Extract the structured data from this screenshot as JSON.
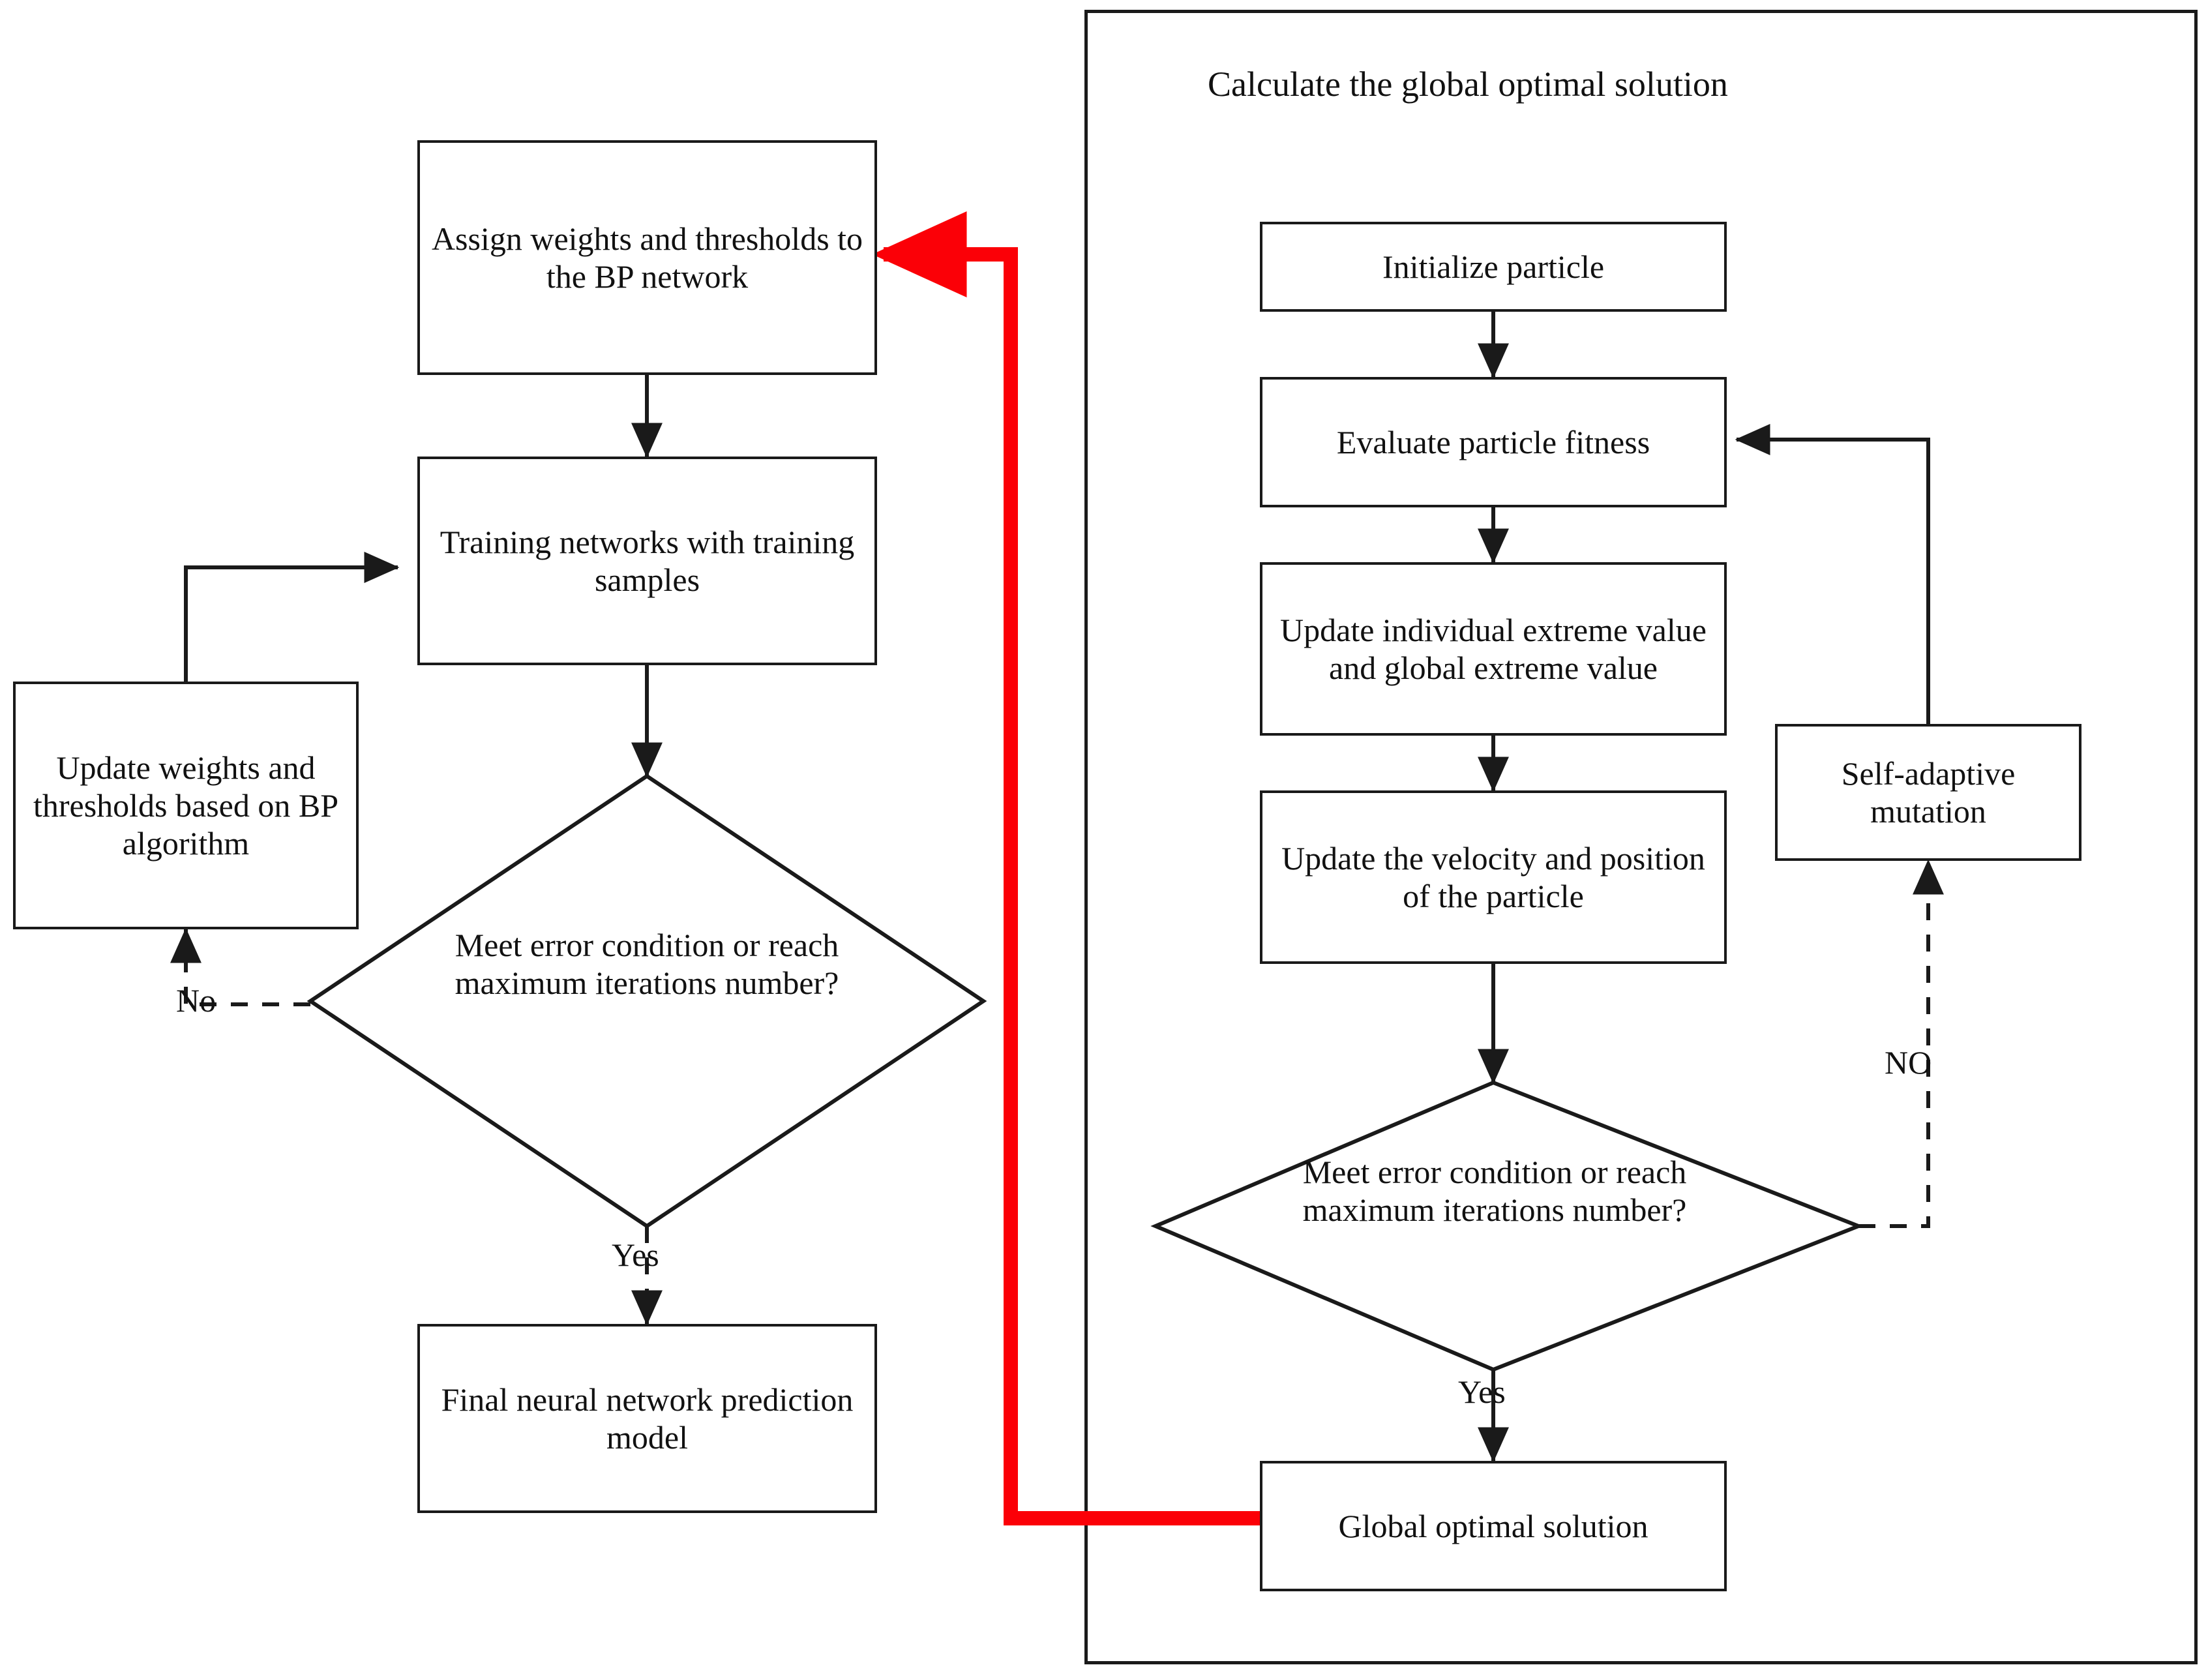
{
  "diagram": {
    "title_text": "Calculate the global optimal solution",
    "colors": {
      "stroke": "#1a1a1a",
      "highlight": "#fb0007",
      "background": "#ffffff",
      "text": "#111111"
    },
    "left_flow": {
      "assign_weights": "Assign weights and thresholds to the BP network",
      "training_networks": "Training networks with training samples",
      "update_weights": "Update weights and thresholds based on BP algorithm",
      "decision": "Meet error condition or reach maximum iterations number?",
      "final_model": "Final neural network prediction model",
      "label_no": "No",
      "label_yes": "Yes"
    },
    "right_flow": {
      "initialize_particle": "Initialize particle",
      "evaluate_fitness": "Evaluate particle fitness",
      "update_extremes": "Update individual extreme value and global extreme value",
      "update_velocity": "Update the velocity and position of the particle",
      "self_adaptive_mutation": "Self-adaptive mutation",
      "decision": "Meet error condition or reach maximum iterations number?",
      "global_optimal": "Global optimal solution",
      "label_no": "NO",
      "label_yes": "Yes"
    }
  },
  "chart_data": {
    "type": "diagram",
    "title": "Calculate the global optimal solution",
    "nodes": [
      {
        "id": "assign_weights",
        "shape": "rect",
        "label": "Assign weights and thresholds to the BP network",
        "group": "left"
      },
      {
        "id": "training_networks",
        "shape": "rect",
        "label": "Training networks with training samples",
        "group": "left"
      },
      {
        "id": "update_weights",
        "shape": "rect",
        "label": "Update weights and thresholds based on BP algorithm",
        "group": "left"
      },
      {
        "id": "left_decision",
        "shape": "diamond",
        "label": "Meet error condition or reach maximum iterations number?",
        "group": "left"
      },
      {
        "id": "final_model",
        "shape": "rect",
        "label": "Final neural network prediction model",
        "group": "left"
      },
      {
        "id": "initialize_particle",
        "shape": "rect",
        "label": "Initialize particle",
        "group": "right"
      },
      {
        "id": "evaluate_fitness",
        "shape": "rect",
        "label": "Evaluate particle fitness",
        "group": "right"
      },
      {
        "id": "update_extremes",
        "shape": "rect",
        "label": "Update individual extreme value and global extreme value",
        "group": "right"
      },
      {
        "id": "update_velocity",
        "shape": "rect",
        "label": "Update the velocity and position of the particle",
        "group": "right"
      },
      {
        "id": "self_adaptive_mutation",
        "shape": "rect",
        "label": "Self-adaptive mutation",
        "group": "right"
      },
      {
        "id": "right_decision",
        "shape": "diamond",
        "label": "Meet error condition or reach maximum iterations number?",
        "group": "right"
      },
      {
        "id": "global_optimal",
        "shape": "rect",
        "label": "Global optimal solution",
        "group": "right"
      }
    ],
    "edges": [
      {
        "from": "assign_weights",
        "to": "training_networks",
        "style": "solid",
        "label": ""
      },
      {
        "from": "training_networks",
        "to": "left_decision",
        "style": "solid",
        "label": ""
      },
      {
        "from": "left_decision",
        "to": "update_weights",
        "style": "dashed",
        "label": "No"
      },
      {
        "from": "update_weights",
        "to": "training_networks",
        "style": "solid",
        "label": ""
      },
      {
        "from": "left_decision",
        "to": "final_model",
        "style": "dashed",
        "label": "Yes"
      },
      {
        "from": "initialize_particle",
        "to": "evaluate_fitness",
        "style": "solid",
        "label": ""
      },
      {
        "from": "evaluate_fitness",
        "to": "update_extremes",
        "style": "solid",
        "label": ""
      },
      {
        "from": "update_extremes",
        "to": "update_velocity",
        "style": "solid",
        "label": ""
      },
      {
        "from": "update_velocity",
        "to": "right_decision",
        "style": "solid",
        "label": ""
      },
      {
        "from": "right_decision",
        "to": "self_adaptive_mutation",
        "style": "dashed",
        "label": "NO"
      },
      {
        "from": "self_adaptive_mutation",
        "to": "evaluate_fitness",
        "style": "solid",
        "label": ""
      },
      {
        "from": "right_decision",
        "to": "global_optimal",
        "style": "solid",
        "label": "Yes"
      },
      {
        "from": "global_optimal",
        "to": "assign_weights",
        "style": "solid-red",
        "label": ""
      }
    ]
  }
}
